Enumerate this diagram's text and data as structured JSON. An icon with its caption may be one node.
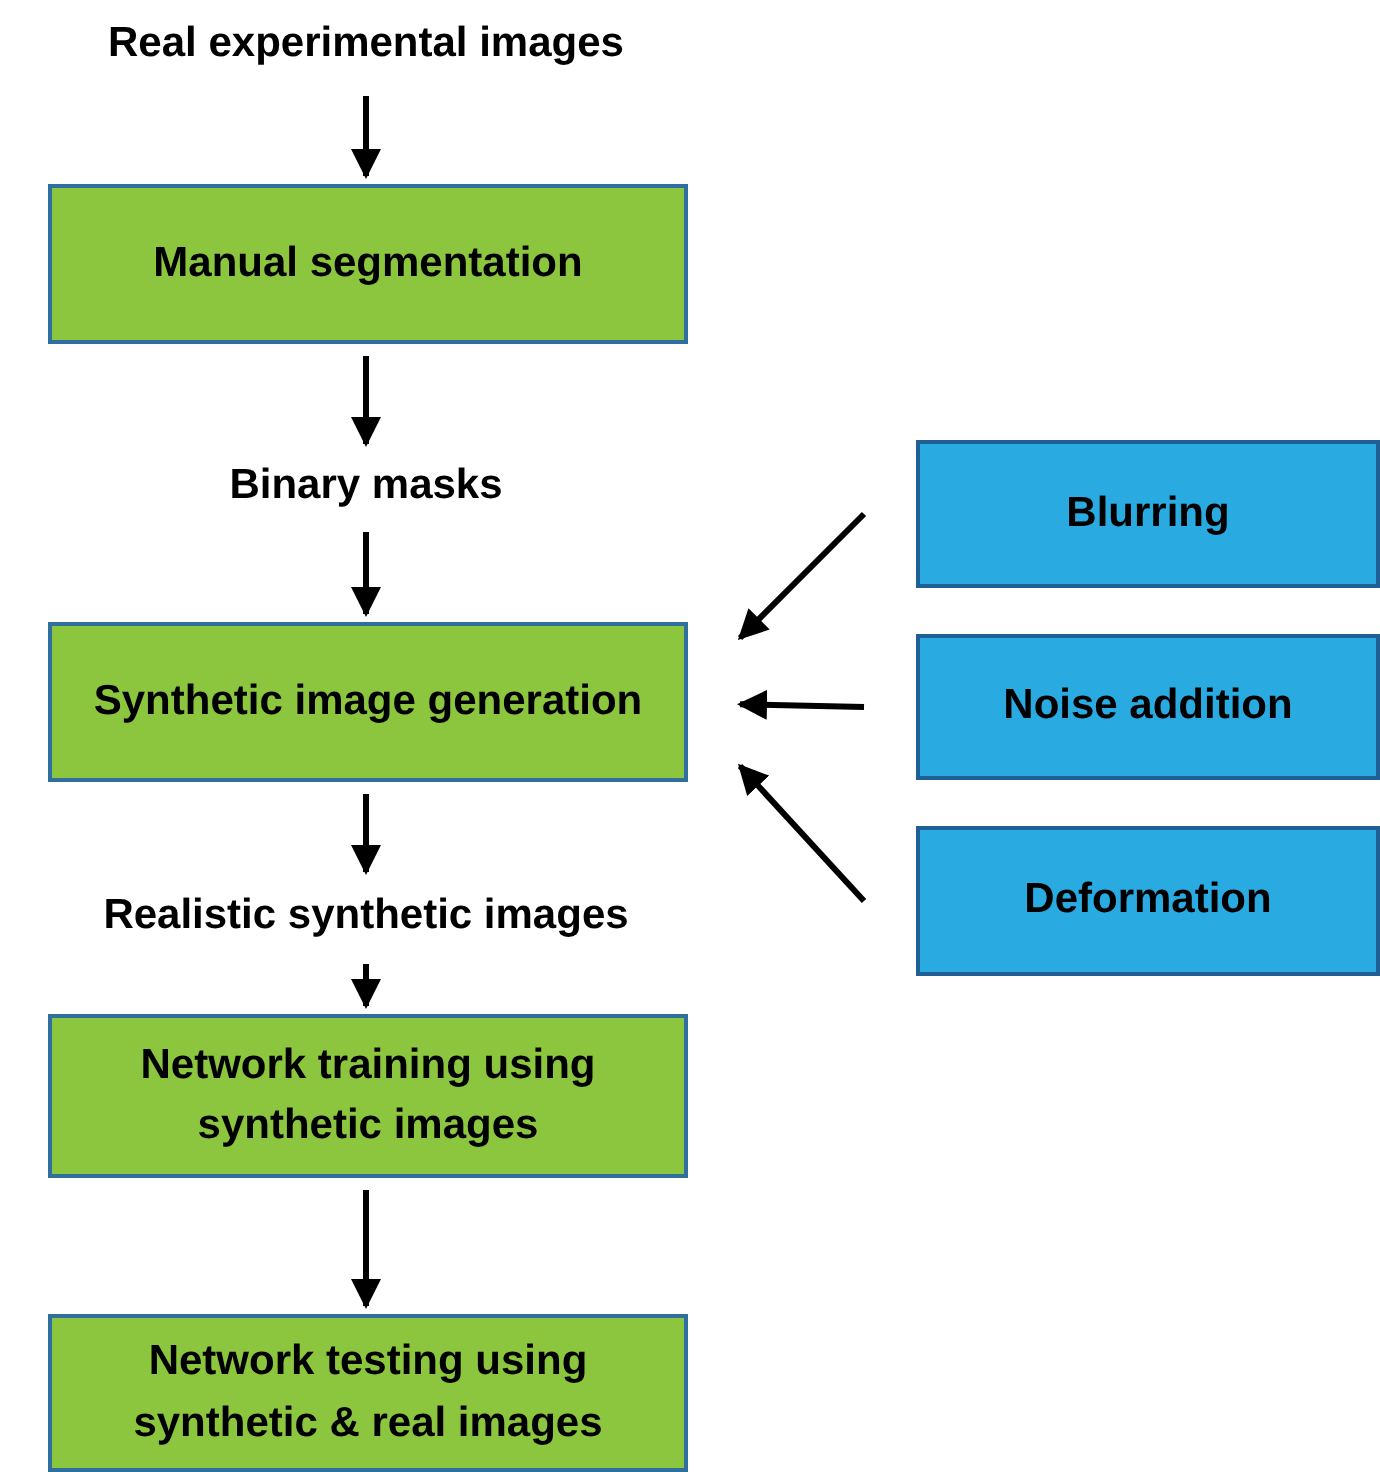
{
  "diagram": {
    "nodes": [
      {
        "text": [
          "Real experimental images"
        ]
      },
      {
        "text": [
          "Manual segmentation"
        ]
      },
      {
        "text": [
          "Binary masks"
        ]
      },
      {
        "text": [
          "Synthetic image generation"
        ]
      },
      {
        "text": [
          "Realistic synthetic images"
        ]
      },
      {
        "text": [
          "Network training using synthetic images"
        ]
      },
      {
        "text": [
          "Network testing using synthetic & real images"
        ]
      },
      {
        "text": [
          "Blurring"
        ]
      },
      {
        "text": [
          "Noise addition"
        ]
      },
      {
        "text": [
          "Deformation"
        ]
      }
    ],
    "edges": [
      {
        "from": 0,
        "to": 1,
        "arrow": "to"
      },
      {
        "from": 1,
        "to": 2,
        "arrow": "to"
      },
      {
        "from": 2,
        "to": 3,
        "arrow": "to"
      },
      {
        "from": 3,
        "to": 4,
        "arrow": "to"
      },
      {
        "from": 4,
        "to": 5,
        "arrow": "to"
      },
      {
        "from": 5,
        "to": 6,
        "arrow": "to"
      },
      {
        "from": 7,
        "to": 3,
        "arrow": "to"
      },
      {
        "from": 8,
        "to": 3,
        "arrow": "to"
      },
      {
        "from": 9,
        "to": 3,
        "arrow": "to"
      }
    ]
  }
}
